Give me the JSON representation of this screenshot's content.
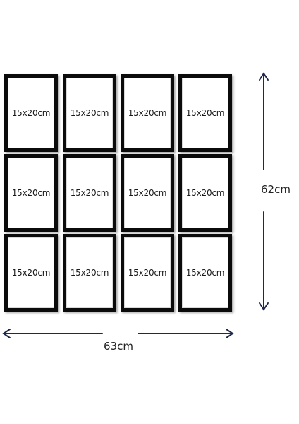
{
  "frames": [
    {
      "label": "15x20cm"
    },
    {
      "label": "15x20cm"
    },
    {
      "label": "15x20cm"
    },
    {
      "label": "15x20cm"
    },
    {
      "label": "15x20cm"
    },
    {
      "label": "15x20cm"
    },
    {
      "label": "15x20cm"
    },
    {
      "label": "15x20cm"
    },
    {
      "label": "15x20cm"
    },
    {
      "label": "15x20cm"
    },
    {
      "label": "15x20cm"
    },
    {
      "label": "15x20cm"
    }
  ],
  "dimensions": {
    "height_label": "62cm",
    "width_label": "63cm"
  },
  "colors": {
    "frame": "#0b0b0b",
    "arrow": "#1f2a4a"
  }
}
